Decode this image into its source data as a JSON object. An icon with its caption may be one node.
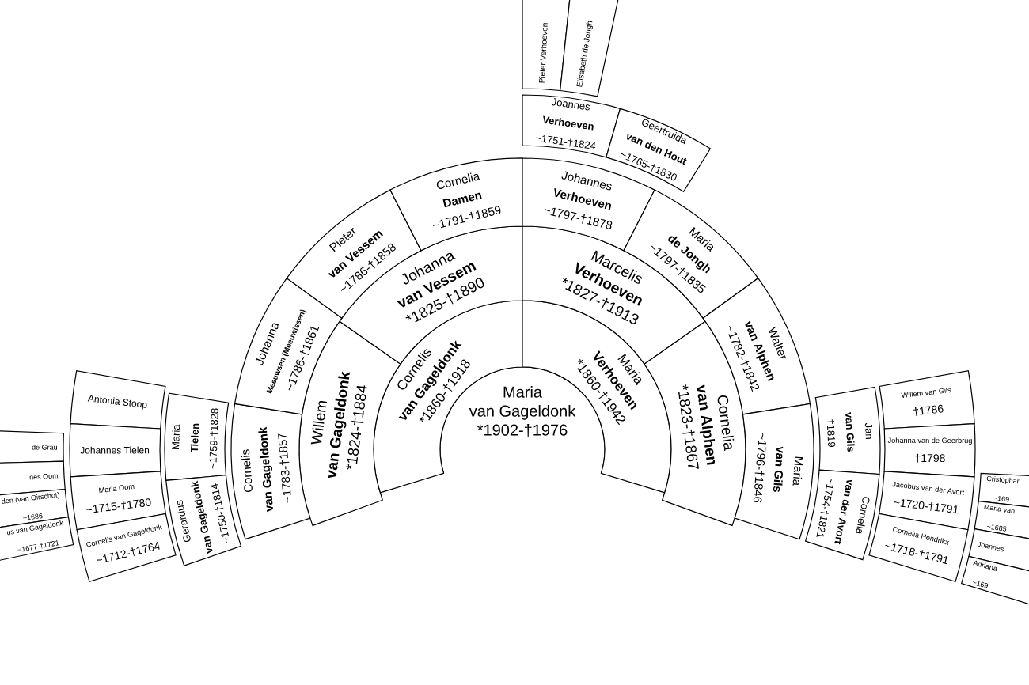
{
  "diagram": {
    "nodes": [
      {
        "text": [
          "Maria",
          "van Gageldonk",
          "*1902-†1976"
        ]
      },
      {
        "text": [
          "Cornelis",
          "van Gageldonk",
          "*1860-†1918"
        ]
      },
      {
        "text": [
          "Maria",
          "Verhoeven",
          "*1860-†1942"
        ]
      },
      {
        "text": [
          "Willem",
          "van Gageldonk",
          "*1824-†1884"
        ]
      },
      {
        "text": [
          "Johanna",
          "van Vessem",
          "*1825-†1890"
        ]
      },
      {
        "text": [
          "Marcelis",
          "Verhoeven",
          "*1827-†1913"
        ]
      },
      {
        "text": [
          "Cornelia",
          "van Alphen",
          "*1823-†1867"
        ]
      },
      {
        "text": [
          "Cornelis",
          "van Gageldonk",
          "~1783-†1857"
        ]
      },
      {
        "text": [
          "Johanna",
          "Meeuwsen (Meeuwissen)",
          "~1786-†1861"
        ]
      },
      {
        "text": [
          "Pieter",
          "van Vessem",
          "~1786-†1858"
        ]
      },
      {
        "text": [
          "Cornelia",
          "Damen",
          "~1791-†1859"
        ]
      },
      {
        "text": [
          "Johannes",
          "Verhoeven",
          "~1797-†1878"
        ]
      },
      {
        "text": [
          "Maria",
          "de Jongh",
          "~1797-†1835"
        ]
      },
      {
        "text": [
          "Walter",
          "van Alphen",
          "~1782-†1842"
        ]
      },
      {
        "text": [
          "Maria",
          "van Gils",
          "~1796-†1846"
        ]
      },
      {
        "text": [
          "Joannes",
          "Verhoeven",
          "~1751-†1824"
        ]
      },
      {
        "text": [
          "Geertruida",
          "van den Hout",
          "~1765-†1830"
        ]
      },
      {
        "text": [
          "Pieter Verhoeven"
        ]
      },
      {
        "text": [
          "Elisabeth de Jongh"
        ]
      },
      {
        "text": [
          "Maria",
          "Tielen",
          "~1759-†1828"
        ]
      },
      {
        "text": [
          "Gerardus",
          "van Gageldonk",
          "~1750-†1814"
        ]
      },
      {
        "text": [
          "Antonia Stoop"
        ]
      },
      {
        "text": [
          "Johannes Tielen"
        ]
      },
      {
        "text": [
          "Maria Oom",
          "~1715-†1780"
        ]
      },
      {
        "text": [
          "Cornelis van Gageldonk",
          "~1712-†1764"
        ]
      },
      {
        "text": [
          "de Grau"
        ]
      },
      {
        "text": [
          "nes Oom"
        ]
      },
      {
        "text": [
          "den (van Oirschot)",
          "~1686"
        ]
      },
      {
        "text": [
          "us van Gageldonk",
          "~1677-†1721"
        ]
      },
      {
        "text": [
          "Jan",
          "van Gils",
          "†1819"
        ]
      },
      {
        "text": [
          "Cornelia",
          "van der Avort",
          "~1754-†1821"
        ]
      },
      {
        "text": [
          "Willem van Gils",
          "†1786"
        ]
      },
      {
        "text": [
          "Johanna van de Geerbrug",
          "†1798"
        ]
      },
      {
        "text": [
          "Jacobus van der Avort",
          "~1720-†1791"
        ]
      },
      {
        "text": [
          "Cornelia Hendrikx",
          "~1718-†1791"
        ]
      },
      {
        "text": [
          "Cristophar",
          "~169"
        ]
      },
      {
        "text": [
          "Maria van",
          "~1685"
        ]
      },
      {
        "text": [
          "Joannes"
        ]
      },
      {
        "text": [
          "Adriana",
          "~169"
        ]
      }
    ]
  }
}
